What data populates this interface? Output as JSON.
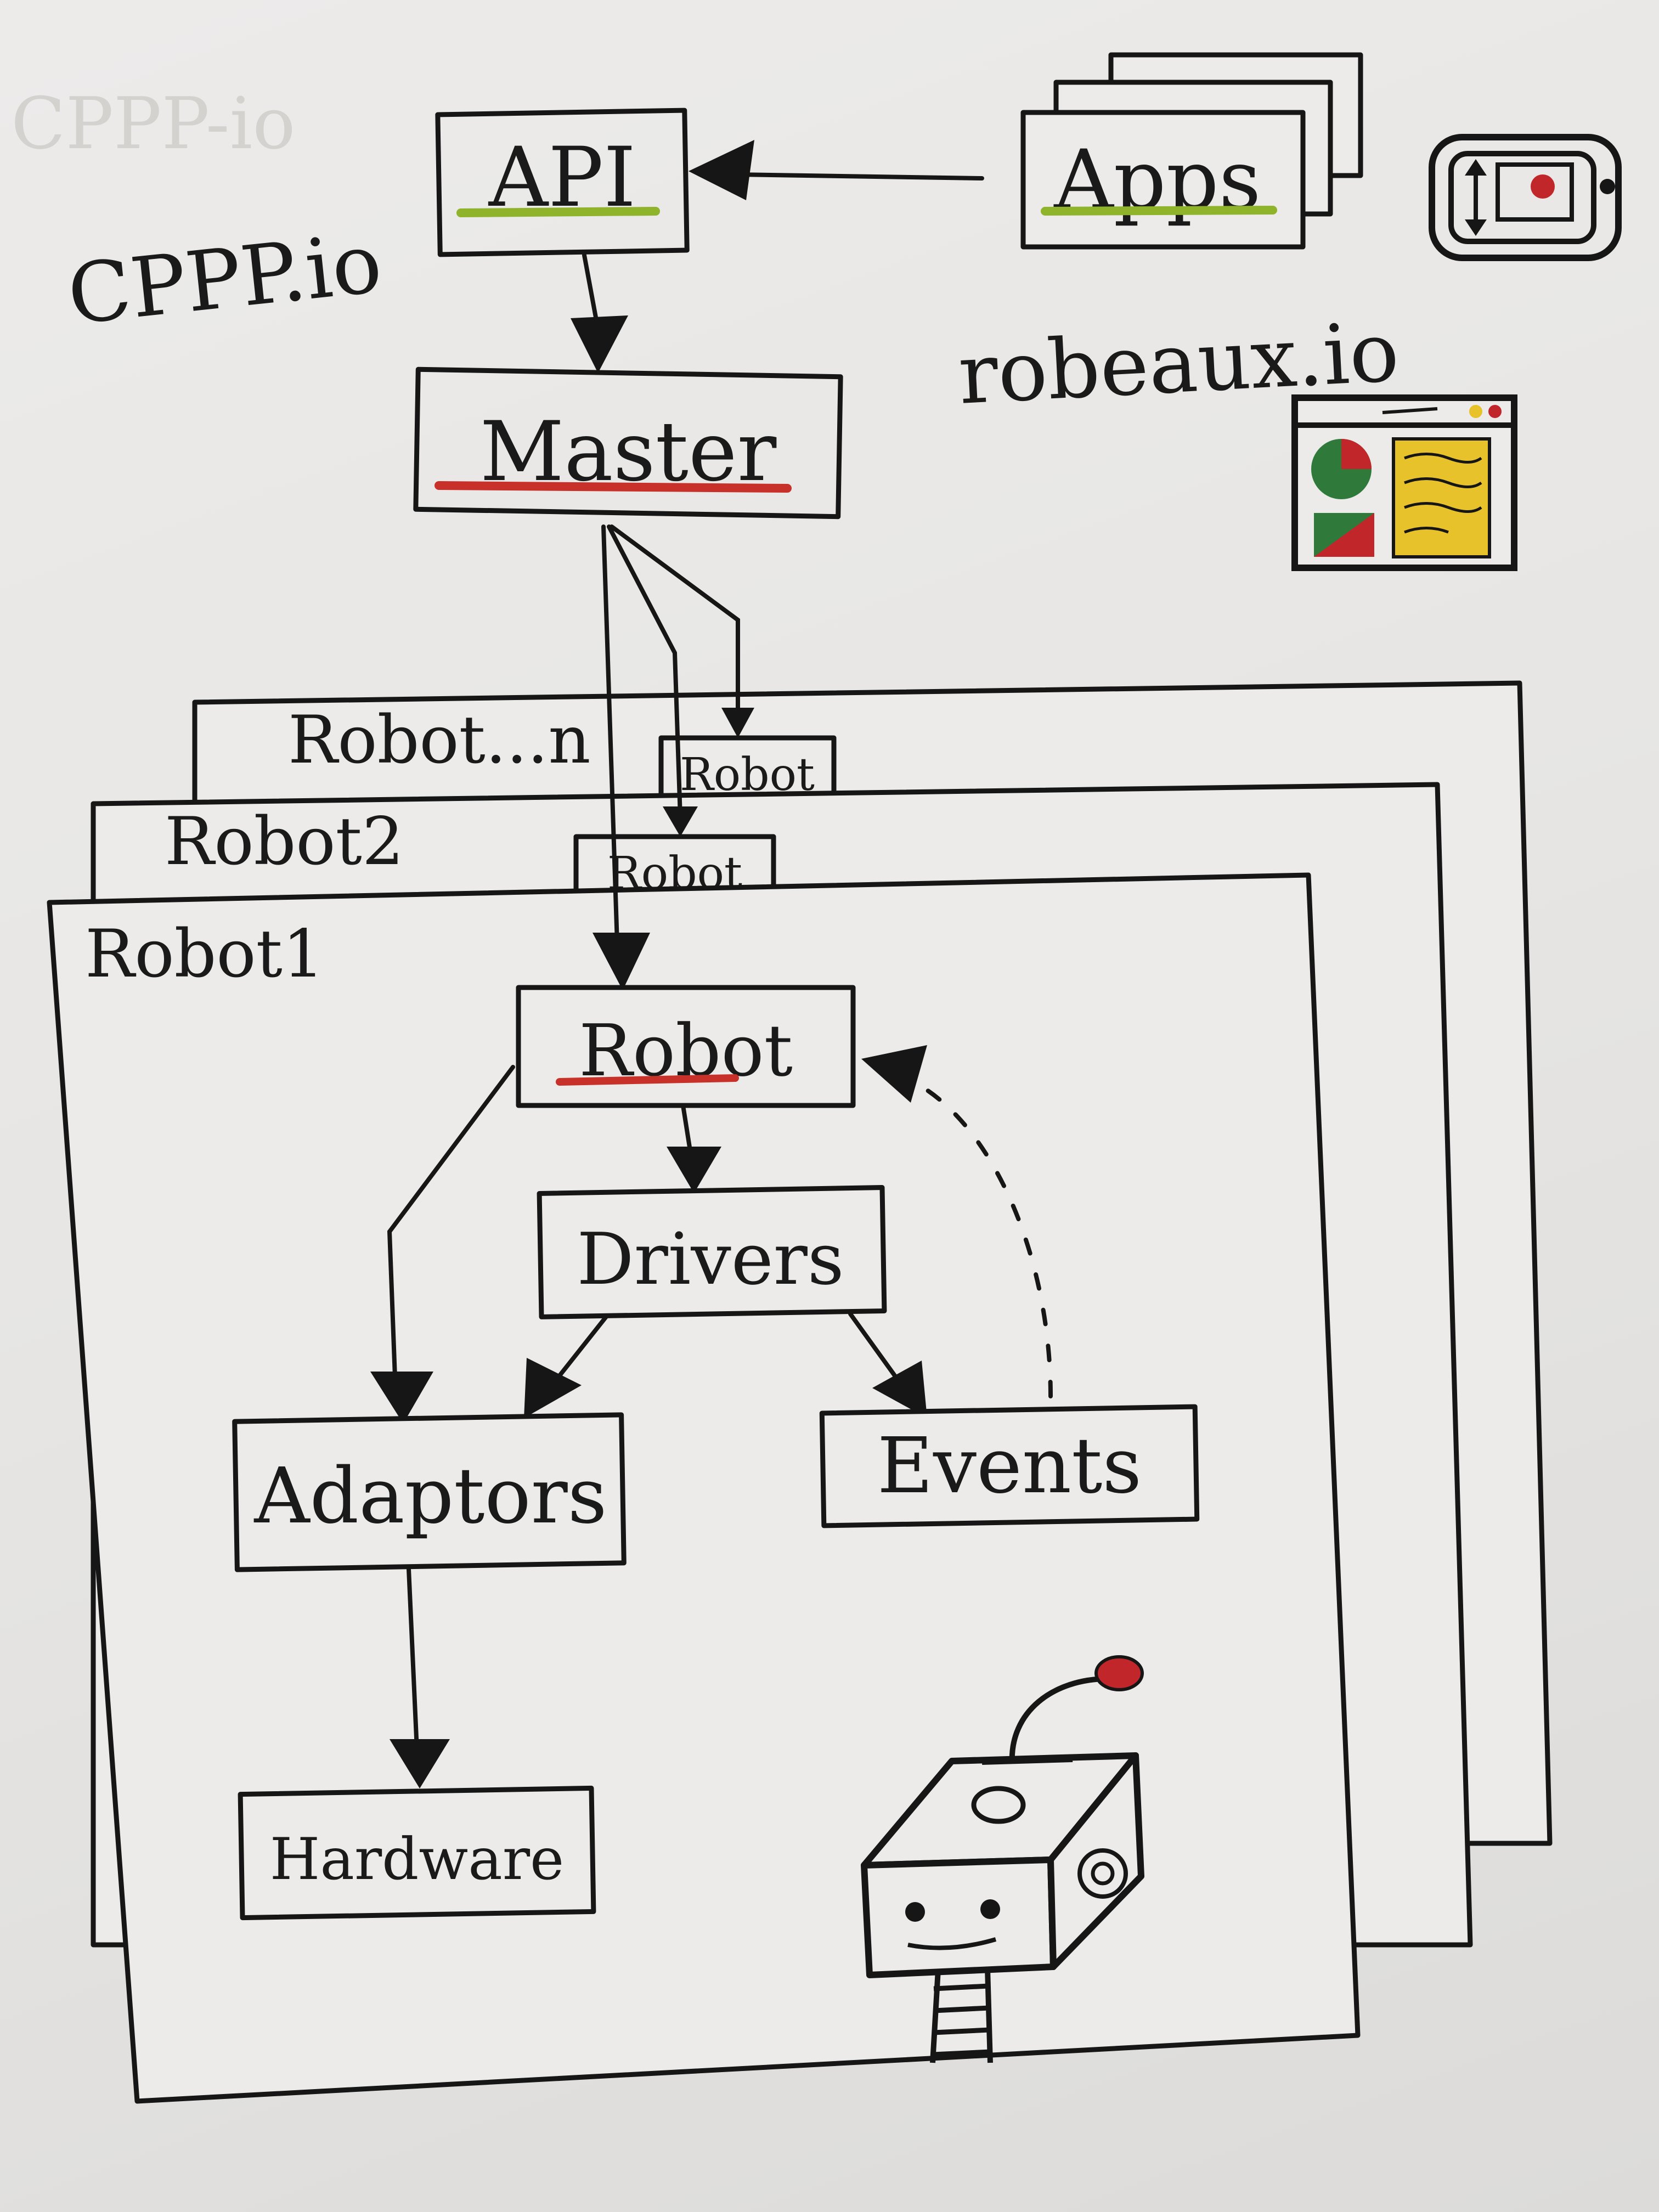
{
  "labels": {
    "faded_top": "CPPP-io",
    "cppp": "CPPP.io",
    "api": "API",
    "apps": "Apps",
    "robeaux": "robeaux.io",
    "master": "Master",
    "robot_n": "Robot...n",
    "robot2": "Robot2",
    "robot1": "Robot1",
    "robot_tab_n": "Robot",
    "robot_tab_2": "Robot",
    "robot": "Robot",
    "drivers": "Drivers",
    "adaptors": "Adaptors",
    "events": "Events",
    "hardware": "Hardware"
  },
  "colors": {
    "api_underline": "#8fb32a",
    "apps_underline": "#8fb32a",
    "master_underline": "#c8302a",
    "robot_underline": "#c8302a",
    "antenna_ball": "#c0262a",
    "dashboard_yellow": "#e8c22a",
    "dashboard_green": "#2f7a3a",
    "dashboard_red": "#c0262a"
  },
  "icons": [
    "phone-icon",
    "dashboard-icon",
    "robot-mascot-icon"
  ]
}
